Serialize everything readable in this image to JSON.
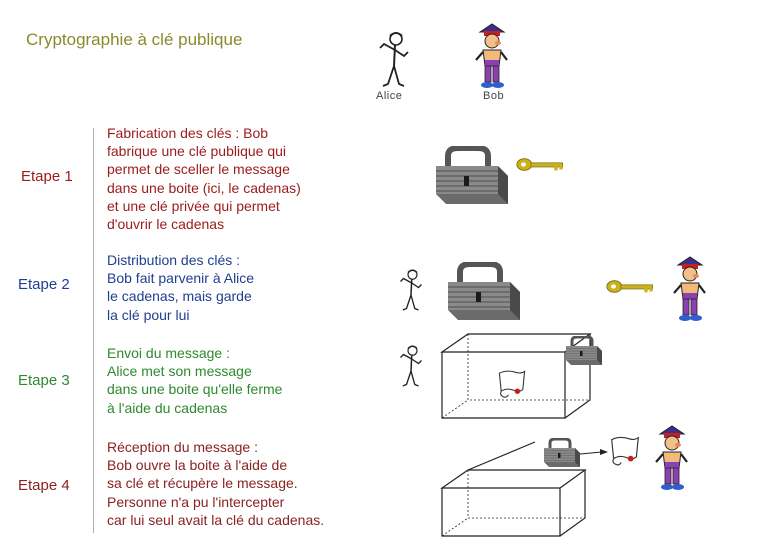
{
  "title": "Cryptographie à clé publique",
  "characters": {
    "alice": "Alice",
    "bob": "Bob"
  },
  "stages": [
    {
      "label": "Etape 1",
      "text": "Fabrication des clés : Bob\nfabrique une clé publique qui\npermet de sceller le message\ndans une boite (ici, le cadenas)\net une clé privée qui permet\nd'ouvrir le cadenas",
      "color": "#9b1b1b"
    },
    {
      "label": "Etape 2",
      "text": "Distribution des clés :\nBob fait parvenir à Alice\nle cadenas, mais garde\nla clé pour lui",
      "color": "#1f3f8f"
    },
    {
      "label": "Etape 3",
      "text": "Envoi du message :\nAlice met son message\ndans une boite qu'elle ferme\nà l'aide du cadenas",
      "color": "#2d8a2d"
    },
    {
      "label": "Etape 4",
      "text": "Réception du message :\nBob ouvre la boite à l'aide de\nsa clé et récupère le message.\nPersonne n'a pu l'intercepter\ncar lui seul avait la clé du cadenas.",
      "color": "#8a2222"
    }
  ]
}
